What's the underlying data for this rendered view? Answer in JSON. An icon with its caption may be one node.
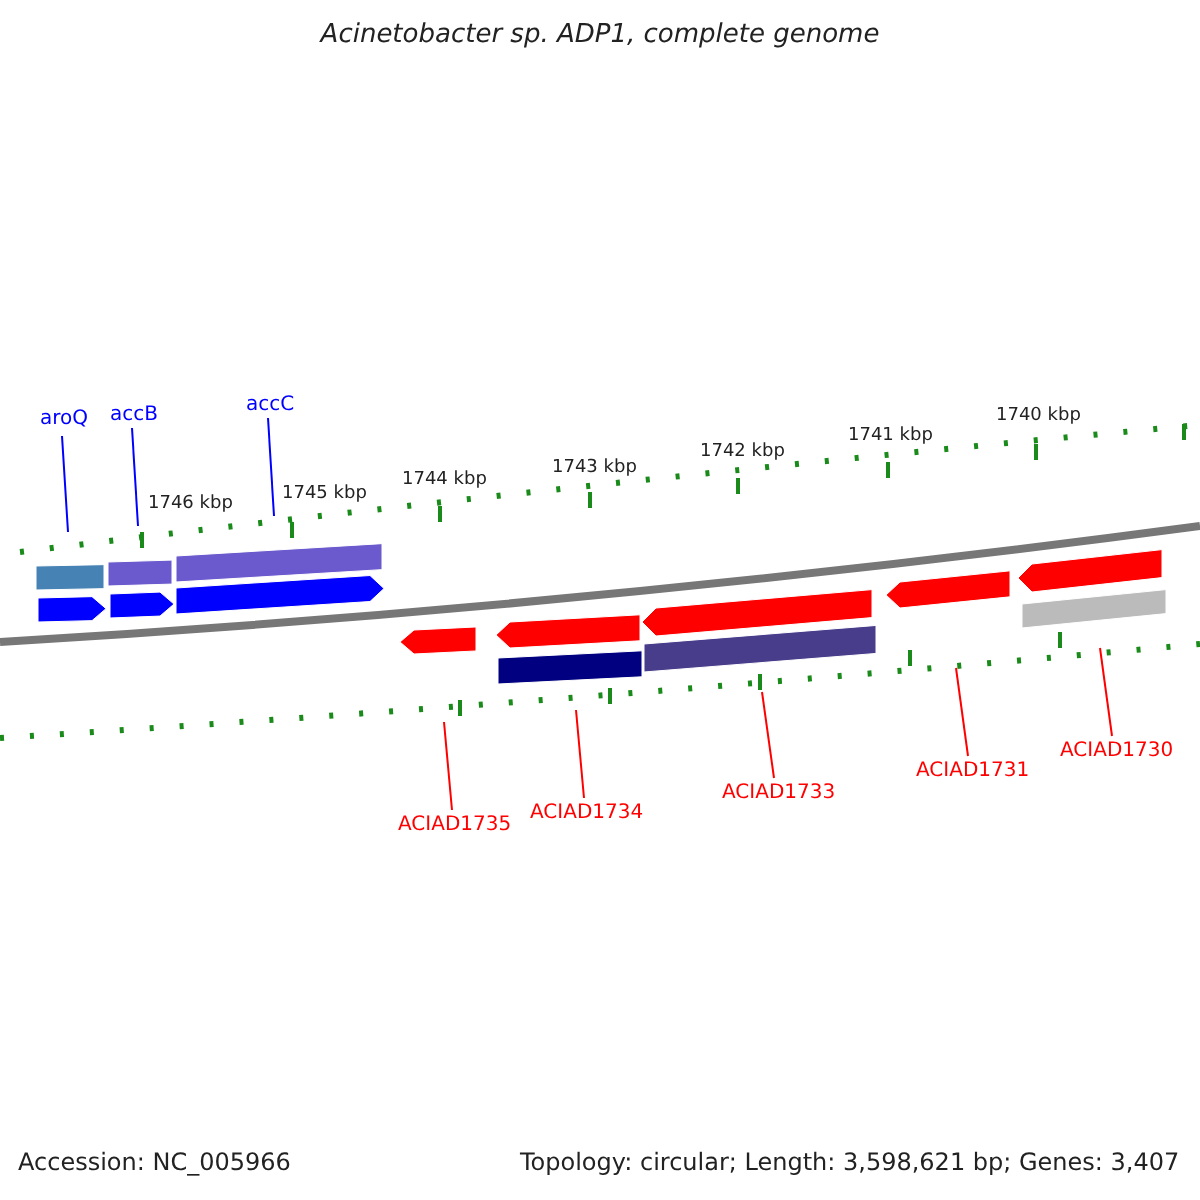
{
  "diagram": {
    "title": "Acinetobacter sp. ADP1, complete genome",
    "nodes": [
      {
        "text": [
          "aroQ"
        ]
      },
      {
        "text": [
          "accB"
        ]
      },
      {
        "text": [
          "accC"
        ]
      },
      {
        "text": [
          "ACIAD1735"
        ]
      },
      {
        "text": [
          "ACIAD1734"
        ]
      },
      {
        "text": [
          "ACIAD1733"
        ]
      },
      {
        "text": [
          "ACIAD1731"
        ]
      },
      {
        "text": [
          "ACIAD1730"
        ]
      }
    ],
    "edges": [
      {
        "from": 0,
        "to": null,
        "arrow": "none",
        "color": "#0000ff"
      },
      {
        "from": 1,
        "to": null,
        "arrow": "none",
        "color": "#0000ff"
      },
      {
        "from": 2,
        "to": null,
        "arrow": "none",
        "color": "#0000ff"
      },
      {
        "from": 3,
        "to": null,
        "arrow": "none"
      },
      {
        "from": 4,
        "to": null,
        "arrow": "none"
      },
      {
        "from": 5,
        "to": null,
        "arrow": "none"
      },
      {
        "from": 6,
        "to": null,
        "arrow": "none"
      },
      {
        "from": 7,
        "to": null,
        "arrow": "none"
      }
    ],
    "labels": [
      "1746 kbp",
      "1745 kbp",
      "1744 kbp",
      "1743 kbp",
      "1742 kbp",
      "1741 kbp",
      "1740 kbp",
      "Accession: NC_005966",
      "Topology: circular; Length: 3,598,621 bp; Genes: 3,407"
    ]
  }
}
